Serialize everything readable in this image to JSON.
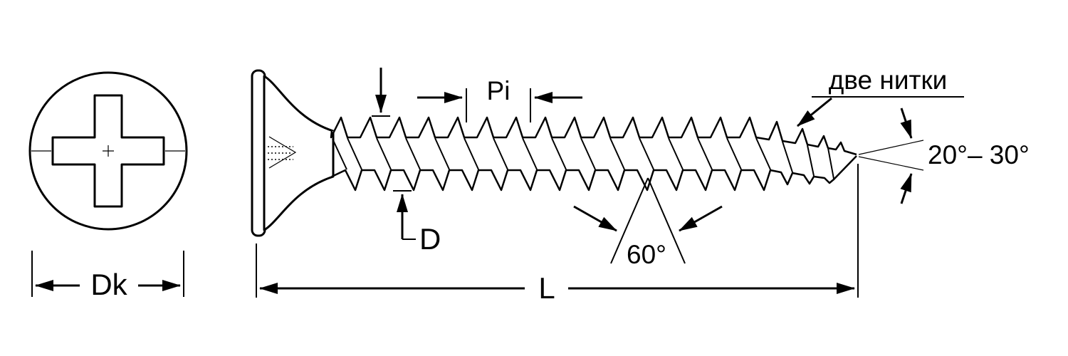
{
  "diagram": {
    "labels": {
      "head_diameter": "Dk",
      "pitch": "Pi",
      "thread_diameter": "D",
      "length": "L",
      "two_threads": "две нитки",
      "tip_angle": "20°– 30°",
      "thread_angle": "60°"
    },
    "colors": {
      "line": "#000000",
      "background": "#ffffff"
    }
  }
}
